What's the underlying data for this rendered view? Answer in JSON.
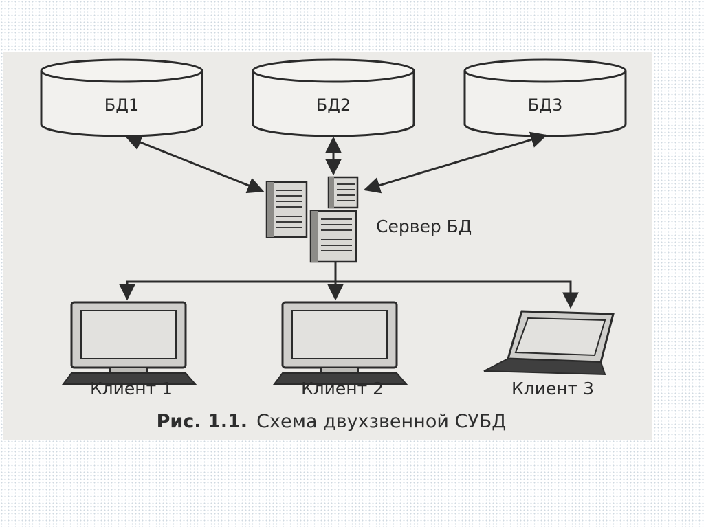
{
  "databases": [
    {
      "id": "db1",
      "label": "БД1"
    },
    {
      "id": "db2",
      "label": "БД2"
    },
    {
      "id": "db3",
      "label": "БД3"
    }
  ],
  "server": {
    "label": "Сервер БД"
  },
  "clients": [
    {
      "id": "client1",
      "label": "Клиент 1",
      "kind": "desktop"
    },
    {
      "id": "client2",
      "label": "Клиент 2",
      "kind": "desktop"
    },
    {
      "id": "client3",
      "label": "Клиент 3",
      "kind": "laptop"
    }
  ],
  "caption": {
    "prefix": "Рис. 1.1.",
    "text": "Схема двухзвенной СУБД"
  },
  "colors": {
    "figure_background": "#ecebe8",
    "ink": "#2b2b2b",
    "page_dots": "#cfd8e0"
  }
}
